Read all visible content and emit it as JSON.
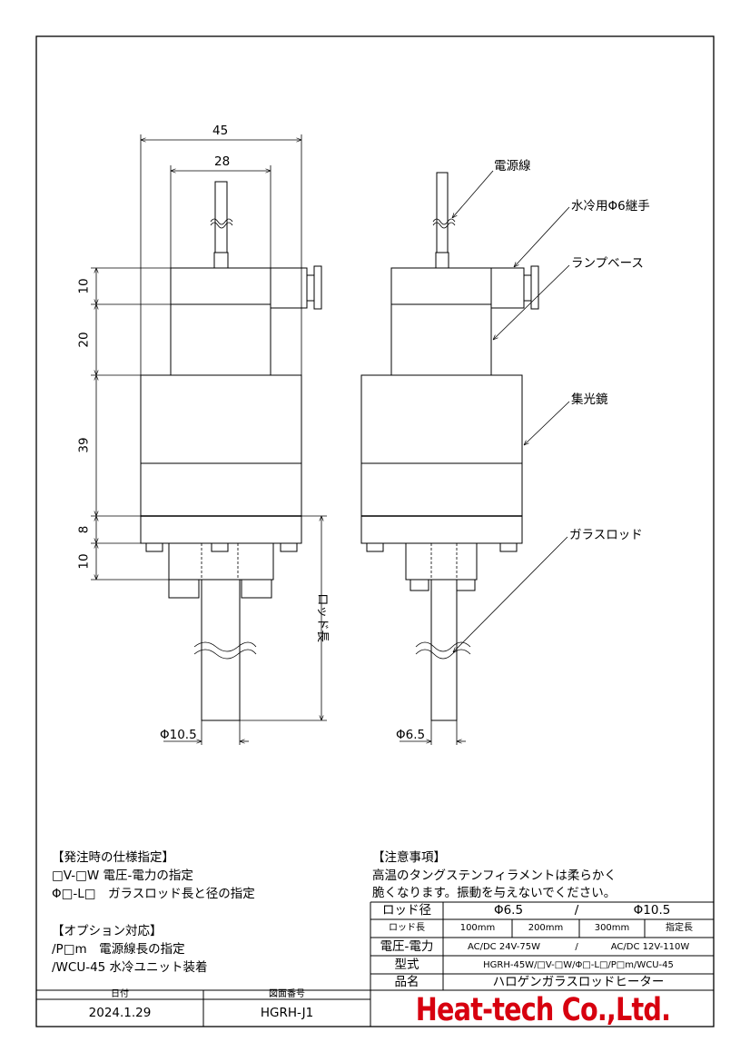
{
  "drawing": {
    "dims": {
      "overall_width": "45",
      "base_width": "28",
      "h_lamp_base_top": "10",
      "h_lamp_base": "20",
      "h_reflector": "39",
      "h_flange": "8",
      "h_rod_holder": "10",
      "rod_length": "ロッド長",
      "dia_left": "Φ10.5",
      "dia_right": "Φ6.5"
    },
    "callouts": {
      "power_cable": "電源線",
      "water_fitting": "水冷用Φ6継手",
      "lamp_base": "ランプベース",
      "reflector": "集光鏡",
      "glass_rod": "ガラスロッド"
    }
  },
  "order_spec": {
    "heading": "【発注時の仕様指定】",
    "lines": [
      "□V-□W 電圧-電力の指定",
      "Φ□-L□　ガラスロッド長と径の指定"
    ],
    "option_heading": "【オプション対応】",
    "option_lines": [
      "/P□m　電源線長の指定",
      "/WCU-45 水冷ユニット装着"
    ]
  },
  "caution": {
    "heading": "【注意事項】",
    "lines": [
      "高温のタングステンフィラメントは柔らかく",
      "脆くなります。振動を与えないでください。"
    ]
  },
  "spec_table": {
    "rod_dia_label": "ロッド径",
    "rod_dia_a": "Φ6.5",
    "rod_dia_sep": "/",
    "rod_dia_b": "Φ10.5",
    "rod_len_label": "ロッド長",
    "rod_len_values": [
      "100mm",
      "200mm",
      "300mm",
      "指定長"
    ],
    "voltage_label": "電圧-電力",
    "voltage_a": "AC/DC 24V-75W",
    "voltage_sep": "/",
    "voltage_b": "AC/DC 12V-110W",
    "model_label": "型式",
    "model_value": "HGRH-45W/□V-□W/Φ□-L□/P□m/WCU-45",
    "product_label": "品名",
    "product_value": "ハロゲンガラスロッドヒーター"
  },
  "title_block": {
    "date_label": "日付",
    "date_value": "2024.1.29",
    "drawing_no_label": "図面番号",
    "drawing_no_value": "HGRH-J1"
  },
  "company": "Heat-tech Co.,Ltd.",
  "colors": {
    "line": "#000000",
    "logo": "#d7000f"
  }
}
